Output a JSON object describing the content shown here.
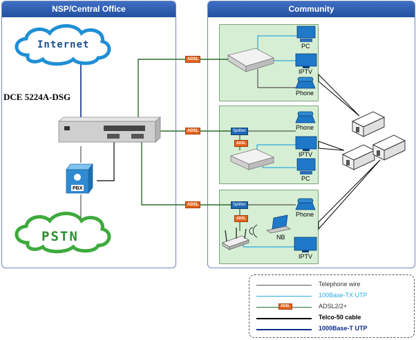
{
  "panels": {
    "nsp_title": "NSP/Central Office",
    "community_title": "Community"
  },
  "nsp": {
    "internet_label": "Internet",
    "device_label": "DCE 5224A-DSG",
    "pbx_label": "PBX",
    "pstn_label": "PSTN"
  },
  "tags": {
    "adsl": "ADSL",
    "splitter": "Splitter"
  },
  "subnet1": {
    "pc": "PC",
    "iptv": "IPTV",
    "phone": "Phone"
  },
  "subnet2": {
    "phone": "Phone",
    "iptv": "IPTV",
    "pc": "PC"
  },
  "subnet3": {
    "phone": "Phone",
    "nb": "NB",
    "iptv": "IPTV"
  },
  "legend": {
    "telephone_wire": "Telephone wire",
    "utp_100": "100Base-TX UTP",
    "adsl": "ADSL2/2+",
    "telco50": "Telco-50 cable",
    "utp_1000": "1000Base-T UTP"
  },
  "colors": {
    "telephone_wire": "#555555",
    "utp_100": "#29a9e0",
    "adsl": "#2b6b2b",
    "telco50": "#000000",
    "utp_1000": "#0a2a8a",
    "panel_header": "#2d5cb0",
    "subnet_fill": "#d6efd4"
  },
  "icons": [
    "cloud-icon",
    "dslam-icon",
    "pbx-icon",
    "modem-icon",
    "pc-icon",
    "tv-icon",
    "phone-icon",
    "router-icon",
    "laptop-icon",
    "house-icon"
  ]
}
